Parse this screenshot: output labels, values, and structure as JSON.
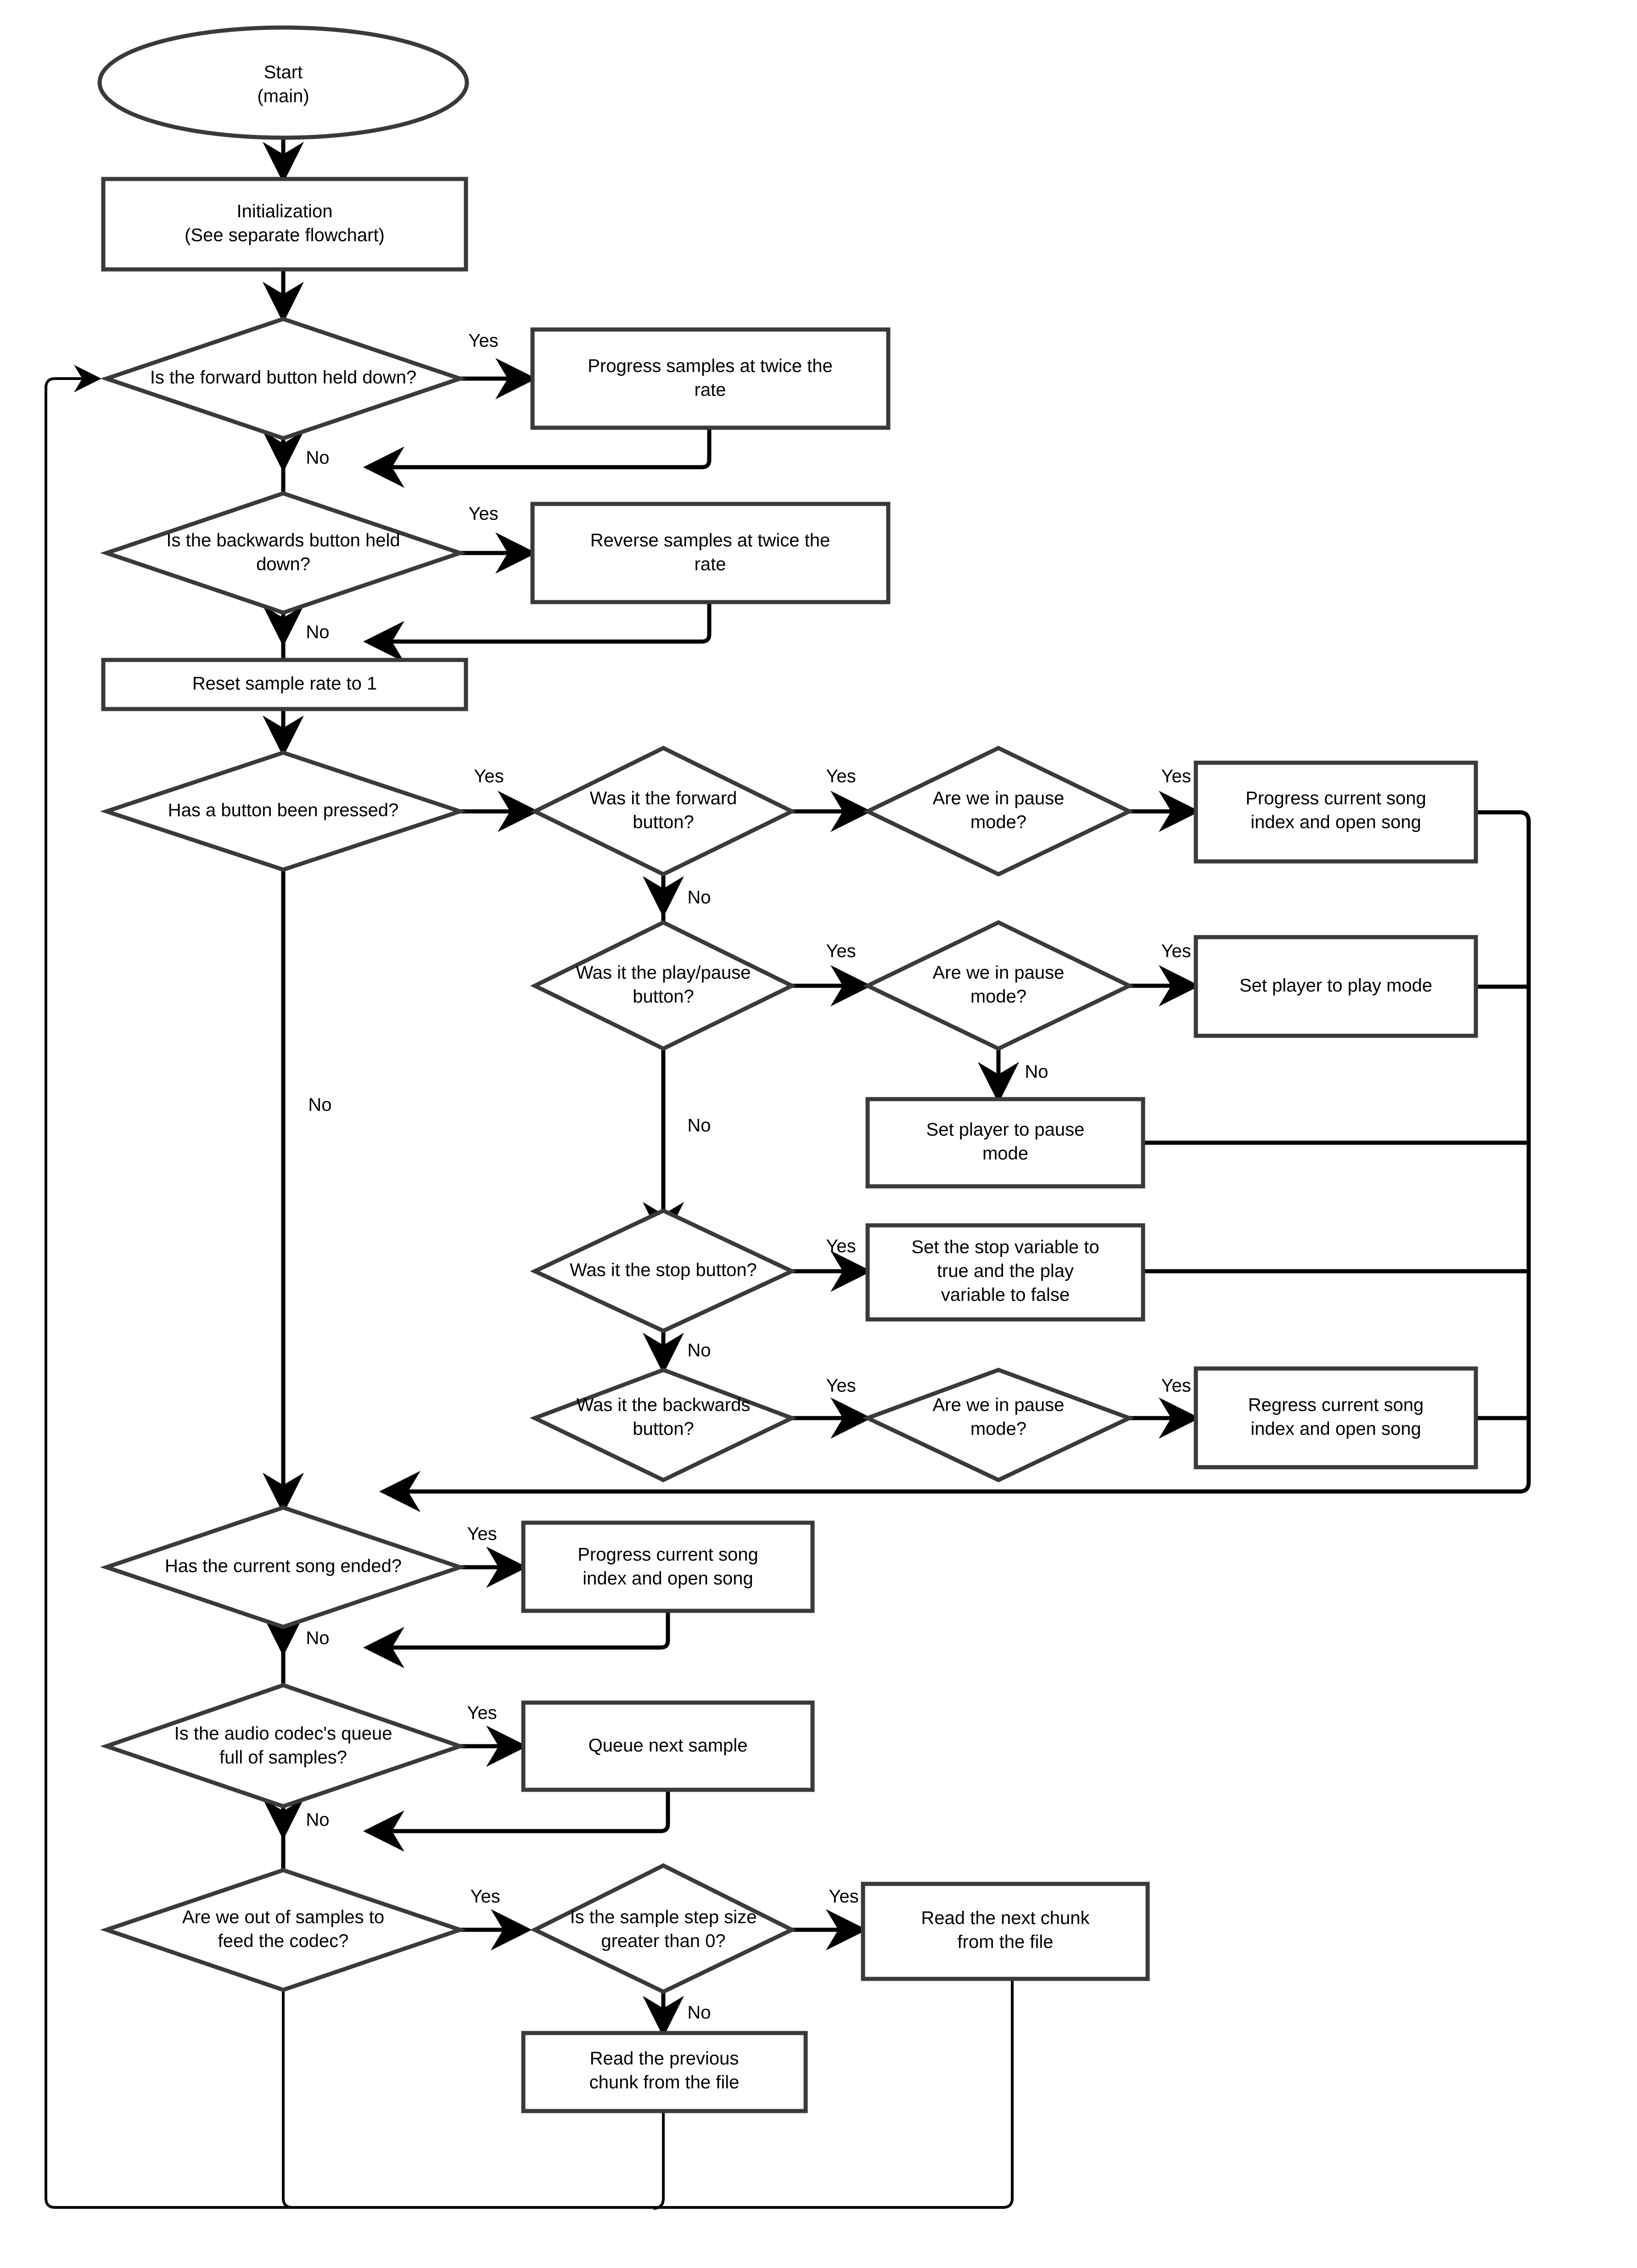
{
  "diagram": {
    "title": "Music player main loop flowchart",
    "colors": {
      "shape_stroke": "#3a3a3a",
      "edge_stroke": "#000000",
      "shape_fill": "#ffffff",
      "background": "#ffffff",
      "text": "#000000"
    },
    "nodes": [
      {
        "id": "start",
        "type": "terminator",
        "line1": "Start",
        "line2": "(main)"
      },
      {
        "id": "init",
        "type": "process",
        "line1": "Initialization",
        "line2": "(See separate flowchart)"
      },
      {
        "id": "fwd_held",
        "type": "decision",
        "line1": "Is the forward button held down?",
        "line2": ""
      },
      {
        "id": "progress_2x",
        "type": "process",
        "line1": "Progress samples at twice the",
        "line2": "rate"
      },
      {
        "id": "back_held",
        "type": "decision",
        "line1": "Is the backwards button held",
        "line2": "down?"
      },
      {
        "id": "reverse_2x",
        "type": "process",
        "line1": "Reverse samples at twice the",
        "line2": "rate"
      },
      {
        "id": "reset_rate",
        "type": "process",
        "line1": "Reset sample rate to 1",
        "line2": ""
      },
      {
        "id": "btn_pressed",
        "type": "decision",
        "line1": "Has a button been pressed?",
        "line2": ""
      },
      {
        "id": "was_fwd",
        "type": "decision",
        "line1": "Was it the forward",
        "line2": "button?"
      },
      {
        "id": "pause_mode_1",
        "type": "decision",
        "line1": "Are we in pause",
        "line2": "mode?"
      },
      {
        "id": "progress_song_1",
        "type": "process",
        "line1": "Progress current song",
        "line2": "index and open song"
      },
      {
        "id": "was_playpause",
        "type": "decision",
        "line1": "Was it the play/pause",
        "line2": "button?"
      },
      {
        "id": "pause_mode_2",
        "type": "decision",
        "line1": "Are we in pause",
        "line2": "mode?"
      },
      {
        "id": "set_play",
        "type": "process",
        "line1": "Set player to play mode",
        "line2": ""
      },
      {
        "id": "set_pause",
        "type": "process",
        "line1": "Set player to pause",
        "line2": "mode"
      },
      {
        "id": "was_stop",
        "type": "decision",
        "line1": "Was it the stop button?",
        "line2": ""
      },
      {
        "id": "stop_vars",
        "type": "process",
        "line1": "Set the stop variable to",
        "line2": "true and the play",
        "line3": "variable to false"
      },
      {
        "id": "was_back",
        "type": "decision",
        "line1": "Was it the backwards",
        "line2": "button?"
      },
      {
        "id": "pause_mode_3",
        "type": "decision",
        "line1": "Are we in pause",
        "line2": "mode?"
      },
      {
        "id": "regress_song",
        "type": "process",
        "line1": "Regress current song",
        "line2": "index and open song"
      },
      {
        "id": "song_ended",
        "type": "decision",
        "line1": "Has the current song ended?",
        "line2": ""
      },
      {
        "id": "progress_song_2",
        "type": "process",
        "line1": "Progress current song",
        "line2": "index and open song"
      },
      {
        "id": "queue_full",
        "type": "decision",
        "line1": "Is the audio codec's queue",
        "line2": "full of samples?"
      },
      {
        "id": "queue_next",
        "type": "process",
        "line1": "Queue next sample",
        "line2": ""
      },
      {
        "id": "out_of_samples",
        "type": "decision",
        "line1": "Are we out of samples to",
        "line2": "feed the codec?"
      },
      {
        "id": "step_gt_zero",
        "type": "decision",
        "line1": "Is the sample step size",
        "line2": "greater than 0?"
      },
      {
        "id": "read_next",
        "type": "process",
        "line1": "Read the next chunk",
        "line2": "from the file"
      },
      {
        "id": "read_prev",
        "type": "process",
        "line1": "Read the previous",
        "line2": "chunk from the file"
      }
    ],
    "edge_labels": {
      "yes": "Yes",
      "no": "No"
    },
    "branch_labels": [
      {
        "id": "lbl_fwd_yes",
        "text": "Yes"
      },
      {
        "id": "lbl_fwd_no",
        "text": "No"
      },
      {
        "id": "lbl_back_yes",
        "text": "Yes"
      },
      {
        "id": "lbl_back_no",
        "text": "No"
      },
      {
        "id": "lbl_btn_yes",
        "text": "Yes"
      },
      {
        "id": "lbl_btn_no",
        "text": "No"
      },
      {
        "id": "lbl_wasfwd_yes",
        "text": "Yes"
      },
      {
        "id": "lbl_wasfwd_no",
        "text": "No"
      },
      {
        "id": "lbl_pause1_yes",
        "text": "Yes"
      },
      {
        "id": "lbl_playpause_yes",
        "text": "Yes"
      },
      {
        "id": "lbl_playpause_no",
        "text": "No"
      },
      {
        "id": "lbl_pause2_yes",
        "text": "Yes"
      },
      {
        "id": "lbl_pause2_no",
        "text": "No"
      },
      {
        "id": "lbl_stop_yes",
        "text": "Yes"
      },
      {
        "id": "lbl_stop_no",
        "text": "No"
      },
      {
        "id": "lbl_wasback_yes",
        "text": "Yes"
      },
      {
        "id": "lbl_pause3_yes",
        "text": "Yes"
      },
      {
        "id": "lbl_ended_yes",
        "text": "Yes"
      },
      {
        "id": "lbl_ended_no",
        "text": "No"
      },
      {
        "id": "lbl_queue_yes",
        "text": "Yes"
      },
      {
        "id": "lbl_queue_no",
        "text": "No"
      },
      {
        "id": "lbl_outsamp_yes",
        "text": "Yes"
      },
      {
        "id": "lbl_step_yes",
        "text": "Yes"
      },
      {
        "id": "lbl_step_no",
        "text": "No"
      }
    ]
  }
}
